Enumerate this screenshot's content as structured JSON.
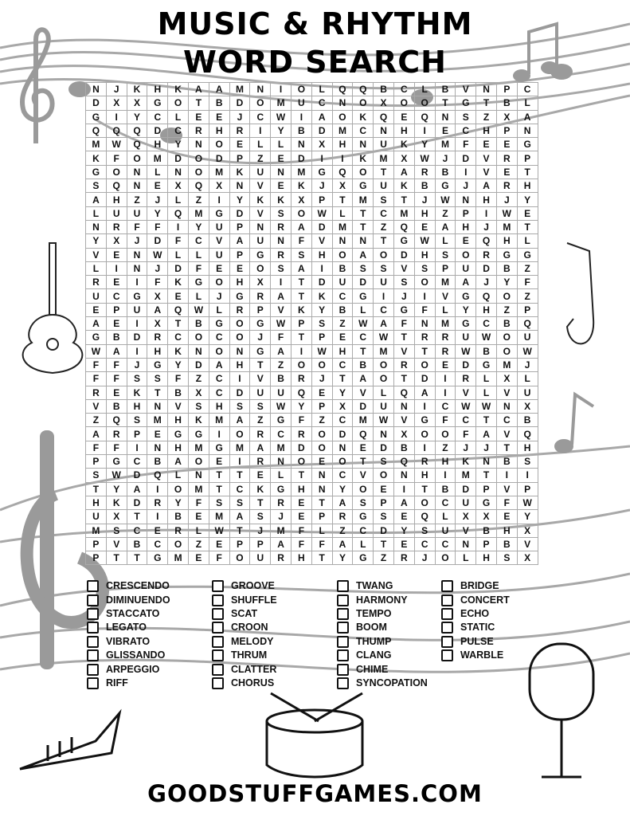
{
  "title": {
    "line1": "MUSIC & RHYTHM",
    "line2": "WORD SEARCH"
  },
  "grid_rows": [
    "NJKHKAAMNIOLQQBCLBVNPC",
    "DXXGOTBDOMUCNOXOOTGTBL",
    "GIYCLEEJCWIAOKQEQNSZXA",
    "QQQDCRHRIYBDMCNHIECHPN",
    "MWQHYNOELLNXHNUKYMFEEG",
    "KFOMDODPZEDIIKMXWJDVRP",
    "GONLNOMKUNMGQOTARBIVET",
    "SQNEXQXNVEKJXGUKBGJARH",
    "AHZJLZIYKKXPTMSTJWNHJY",
    "LUUYQMGDVSOWLTCMHZPIWE",
    "NRFFIYUPNRADMTZQEAHJMT",
    "YXJDFCVAUNFVNNTGWLEQHL",
    "VENWLLUPGRSHOAODHSORGG",
    "LINJDFEEOSAIBSSVSPUDBZ",
    "REIFKGOHXITDUDUSOMAJYF",
    "UCGXELJGRATKCGIJIVGQOZ",
    "EPUAQWLRPVKYBLCGFLYHZP",
    "AEIXTBGOGWPSZWAFNMGCBQ",
    "GBDRCOCOJFTPECWTRRUWOU",
    "WAIHKNONGAIWHTMVTRWBOW",
    "FFJGYDAHTZOOCBOROEDGMJ",
    "FFSSFZCIVBRJTAOTDIRLXL",
    "REKTBXCDUUQEYVLQAIVLVU",
    "VBHNVSHSSWYPXDUNICWWNX",
    "ZQSMHKMAZGFZCMWVGFCTCB",
    "ARPEGGIORCRODQNXOOFAVQ",
    "FFINHMGMAMDONEDBIZJJTH",
    "PGCBAOEIRNOEOTSQRHKNBS",
    "SWDQLNTTELTNCVONHIMTII",
    "TYAIOMTCKGHNYOEITBDPVP",
    "HKDRYFSSTRETASPAOCUGFW",
    "UXTIBEMASJEPRGSEQLXXEY",
    "MSCERLWTJMFLZCDYSUVBHX",
    "PVBCOZEPPAFFALTECCNPBV",
    "PTTGMEFOURHTYGZRJOLHSX"
  ],
  "word_columns": [
    [
      "CRESCENDO",
      "DIMINUENDO",
      "STACCATO",
      "LEGATO",
      "VIBRATO",
      "GLISSANDO",
      "ARPEGGIO",
      "RIFF"
    ],
    [
      "GROOVE",
      "SHUFFLE",
      "SCAT",
      "CROON",
      "MELODY",
      "THRUM",
      "CLATTER",
      "CHORUS"
    ],
    [
      "TWANG",
      "HARMONY",
      "TEMPO",
      "BOOM",
      "THUMP",
      "CLANG",
      "CHIME",
      "SYNCOPATION"
    ],
    [
      "BRIDGE",
      "CONCERT",
      "ECHO",
      "STATIC",
      "PULSE",
      "WARBLE"
    ]
  ],
  "footer": "GOODSTUFFGAMES.COM",
  "colors": {
    "ink": "#111111",
    "decoration": "#9a9a9a",
    "grid_line": "#aaaaaa"
  }
}
